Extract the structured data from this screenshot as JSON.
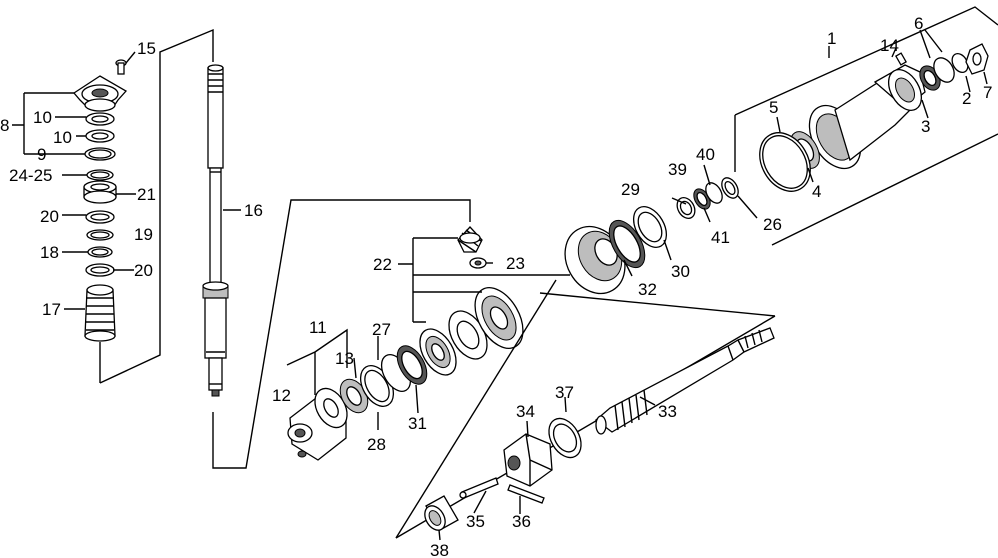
{
  "callouts": {
    "c1": "1",
    "c2": "2",
    "c3": "3",
    "c4": "4",
    "c5": "5",
    "c6": "6",
    "c7": "7",
    "c8": "8",
    "c9": "9",
    "c10a": "10",
    "c10b": "10",
    "c11": "11",
    "c12": "12",
    "c13": "13",
    "c14": "14",
    "c15": "15",
    "c16": "16",
    "c17": "17",
    "c18": "18",
    "c19": "19",
    "c20a": "20",
    "c20b": "20",
    "c21": "21",
    "c22": "22",
    "c23": "23",
    "c24": "24-25",
    "c26": "26",
    "c27": "27",
    "c28": "28",
    "c29": "29",
    "c30": "30",
    "c31": "31",
    "c32": "32",
    "c33": "33",
    "c34": "34",
    "c35": "35",
    "c36": "36",
    "c37": "37",
    "c38": "38",
    "c39": "39",
    "c40": "40",
    "c41": "41"
  }
}
